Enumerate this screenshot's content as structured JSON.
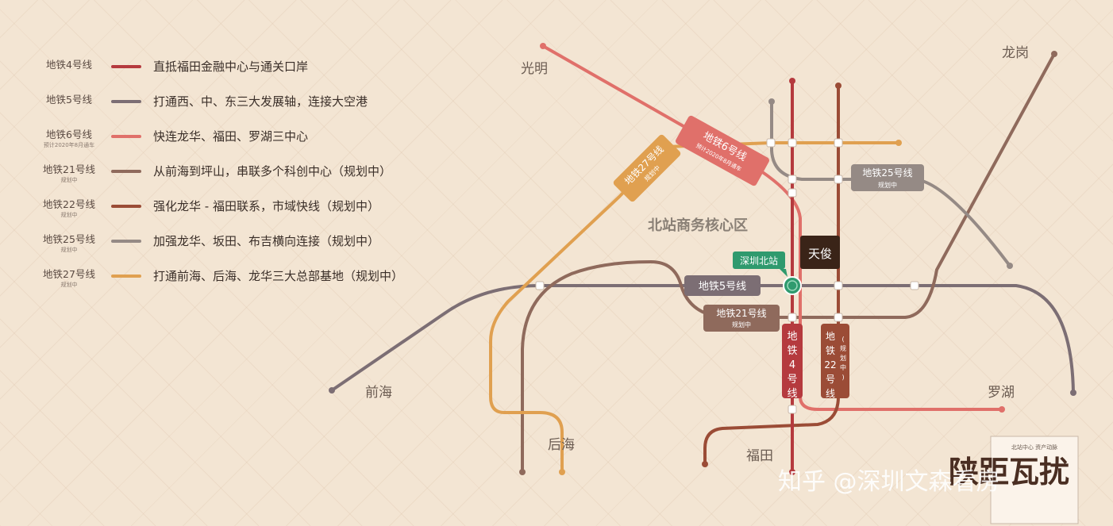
{
  "legend": [
    {
      "name": "地铁4号线",
      "note": "",
      "desc": "直抵福田金融中心与通关口岸",
      "color": "#b53a3e"
    },
    {
      "name": "地铁5号线",
      "note": "",
      "desc": "打通西、中、东三大发展轴，连接大空港",
      "color": "#7c6e74"
    },
    {
      "name": "地铁6号线",
      "note": "预计2020年8月通车",
      "desc": "快连龙华、福田、罗湖三中心",
      "color": "#e0706a"
    },
    {
      "name": "地铁21号线",
      "note": "规划中",
      "desc": "从前海到坪山，串联多个科创中心（规划中）",
      "color": "#8f6a5c"
    },
    {
      "name": "地铁22号线",
      "note": "规划中",
      "desc": "强化龙华 - 福田联系，市域快线（规划中）",
      "color": "#9b4c36"
    },
    {
      "name": "地铁25号线",
      "note": "规划中",
      "desc": "加强龙华、坂田、布吉横向连接（规划中）",
      "color": "#958a85"
    },
    {
      "name": "地铁27号线",
      "note": "规划中",
      "desc": "打通前海、后海、龙华三大总部基地（规划中）",
      "color": "#e0a050"
    }
  ],
  "places": {
    "guangming": "光明",
    "longgang": "龙岗",
    "qianhai": "前海",
    "houhai": "后海",
    "futian": "福田",
    "luohu": "罗湖",
    "district": "北站商务核心区"
  },
  "stations": {
    "north": "深圳北站",
    "project": "天俊"
  },
  "line_labels": {
    "l6": "地铁6号线",
    "l6_note": "预计2020年8月通车",
    "l27": "地铁27号线",
    "l27_note": "规划中",
    "l25": "地铁25号线",
    "l25_note": "规划中",
    "l5": "地铁5号线",
    "l21": "地铁21号线",
    "l21_note": "规划中",
    "l4": [
      "地",
      "铁",
      "4",
      "号",
      "线"
    ],
    "l22": [
      "地",
      "铁",
      "22",
      "号",
      "线"
    ],
    "l22_note": [
      "(",
      "规",
      "划",
      "中",
      ")"
    ]
  },
  "corner": {
    "top": "北站中心  资产动脉",
    "big": "陕距瓦扰"
  },
  "watermark": "知乎 @深圳文森看房",
  "colors": {
    "line4": "#b53a3e",
    "line5": "#7c6e74",
    "line6": "#e0706a",
    "line21": "#8f6a5c",
    "line22": "#9b4c36",
    "line25": "#958a85",
    "line27": "#e0a050",
    "station": "#2f9a6e",
    "project": "#3a2418"
  }
}
